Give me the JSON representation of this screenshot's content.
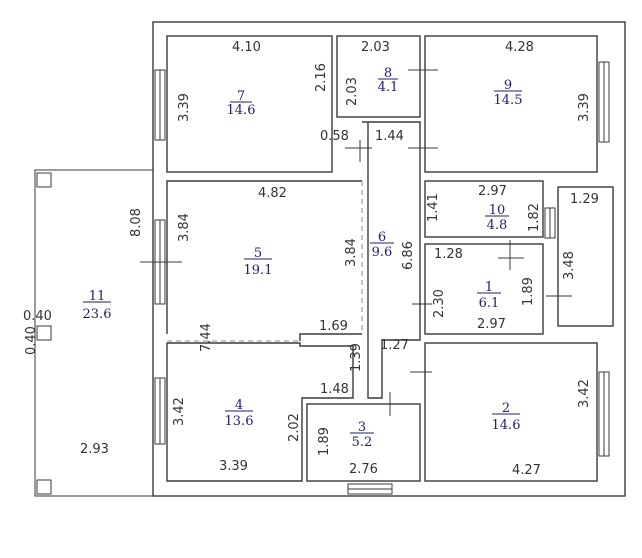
{
  "rooms": [
    {
      "id": "1",
      "area": "6.1"
    },
    {
      "id": "2",
      "area": "14.6"
    },
    {
      "id": "3",
      "area": "5.2"
    },
    {
      "id": "4",
      "area": "13.6"
    },
    {
      "id": "5",
      "area": "19.1"
    },
    {
      "id": "6",
      "area": "9.6"
    },
    {
      "id": "7",
      "area": "14.6"
    },
    {
      "id": "8",
      "area": "4.1"
    },
    {
      "id": "9",
      "area": "14.5"
    },
    {
      "id": "10",
      "area": "4.8"
    },
    {
      "id": "11",
      "area": "23.6"
    }
  ],
  "dims": {
    "r7_top": "4.10",
    "r7_side": "3.39",
    "r7_inner": "2.16",
    "r7_door": "0.58",
    "r8_top": "2.03",
    "r8_side": "2.03",
    "r9_top": "4.28",
    "r9_side": "3.39",
    "corr_top": "1.44",
    "r5_top": "4.82",
    "r5_left": "3.84",
    "r5_right": "3.84",
    "r5_bottom": "1.69",
    "r6_side": "6.86",
    "r10_top": "2.97",
    "r10_left": "1.41",
    "r10_right": "1.82",
    "closet_top": "1.29",
    "closet_side": "3.48",
    "r1_top": "1.28",
    "r1_left": "2.30",
    "r1_right": "1.89",
    "r1_bottom": "2.97",
    "corr_bottom": "1.27",
    "r4_left": "3.42",
    "r4_bottom": "3.39",
    "r4_right": "2.02",
    "r4_step_side": "1.39",
    "r4_step_top": "1.48",
    "r3_left": "1.89",
    "r3_bottom": "2.76",
    "r2_right": "3.42",
    "r2_bottom": "4.27",
    "r11_width": "2.93",
    "r11_len": "8.08",
    "r11_edge_a": "0.40",
    "r11_edge_b": "0.40",
    "hall_len": "7.44"
  }
}
